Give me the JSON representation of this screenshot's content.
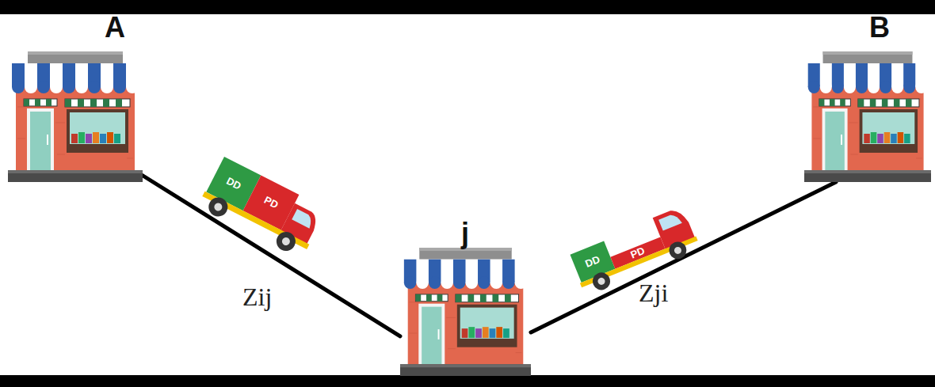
{
  "diagram": {
    "nodes": [
      {
        "text": [
          "A"
        ]
      },
      {
        "text": [
          "B"
        ]
      },
      {
        "text": [
          "j"
        ]
      }
    ],
    "edges": [
      {
        "from": 0,
        "to": 2,
        "label": "Zij",
        "arrow": "none"
      },
      {
        "from": 2,
        "to": 1,
        "label": "Zji",
        "arrow": "none"
      }
    ],
    "labels": [
      "DD",
      "PD",
      "DD",
      "PD"
    ]
  }
}
